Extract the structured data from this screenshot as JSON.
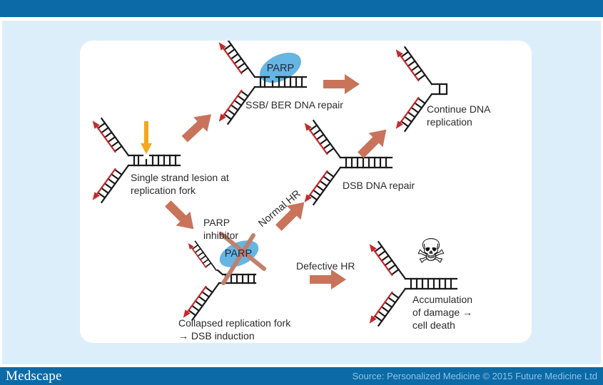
{
  "footer": {
    "logo": "Medscape",
    "source": "Source: Personalized Medicine © 2015 Future Medicine Ltd"
  },
  "diagram": {
    "labels": {
      "lesion": {
        "line1": "Single strand lesion at",
        "line2": "replication fork"
      },
      "ssb": "SSB/ BER DNA repair",
      "continue_rep": {
        "line1": "Continue DNA",
        "line2": "replication"
      },
      "dsb": "DSB DNA repair",
      "parp_inhibitor": {
        "line1": "PARP",
        "line2": "inhibitor"
      },
      "normal_hr": "Normal HR",
      "defective_hr": "Defective HR",
      "collapsed": {
        "line1": "Collapsed replication fork",
        "line2": "→ DSB induction"
      },
      "accumulation": {
        "line1": "Accumulation",
        "line2": "of damage →",
        "line3": "cell death"
      },
      "parp_active": "PARP",
      "parp_inhibited": "PARP"
    },
    "icons": {
      "skull": "☠"
    },
    "colors": {
      "bar_blue": "#0c6ba6",
      "background_blue": "#ddeefb",
      "panel_white": "#ffffff",
      "arrow_salmon": "#c9735a",
      "parp_ellipse_blue": "#66b5e2",
      "dna_black": "#1a1a1a",
      "dna_red": "#c8282a",
      "inhibition_cross": "#c0806e",
      "lesion_arrow_yellow": "#f2a81f",
      "source_text_blue": "#8cc0e8"
    }
  }
}
